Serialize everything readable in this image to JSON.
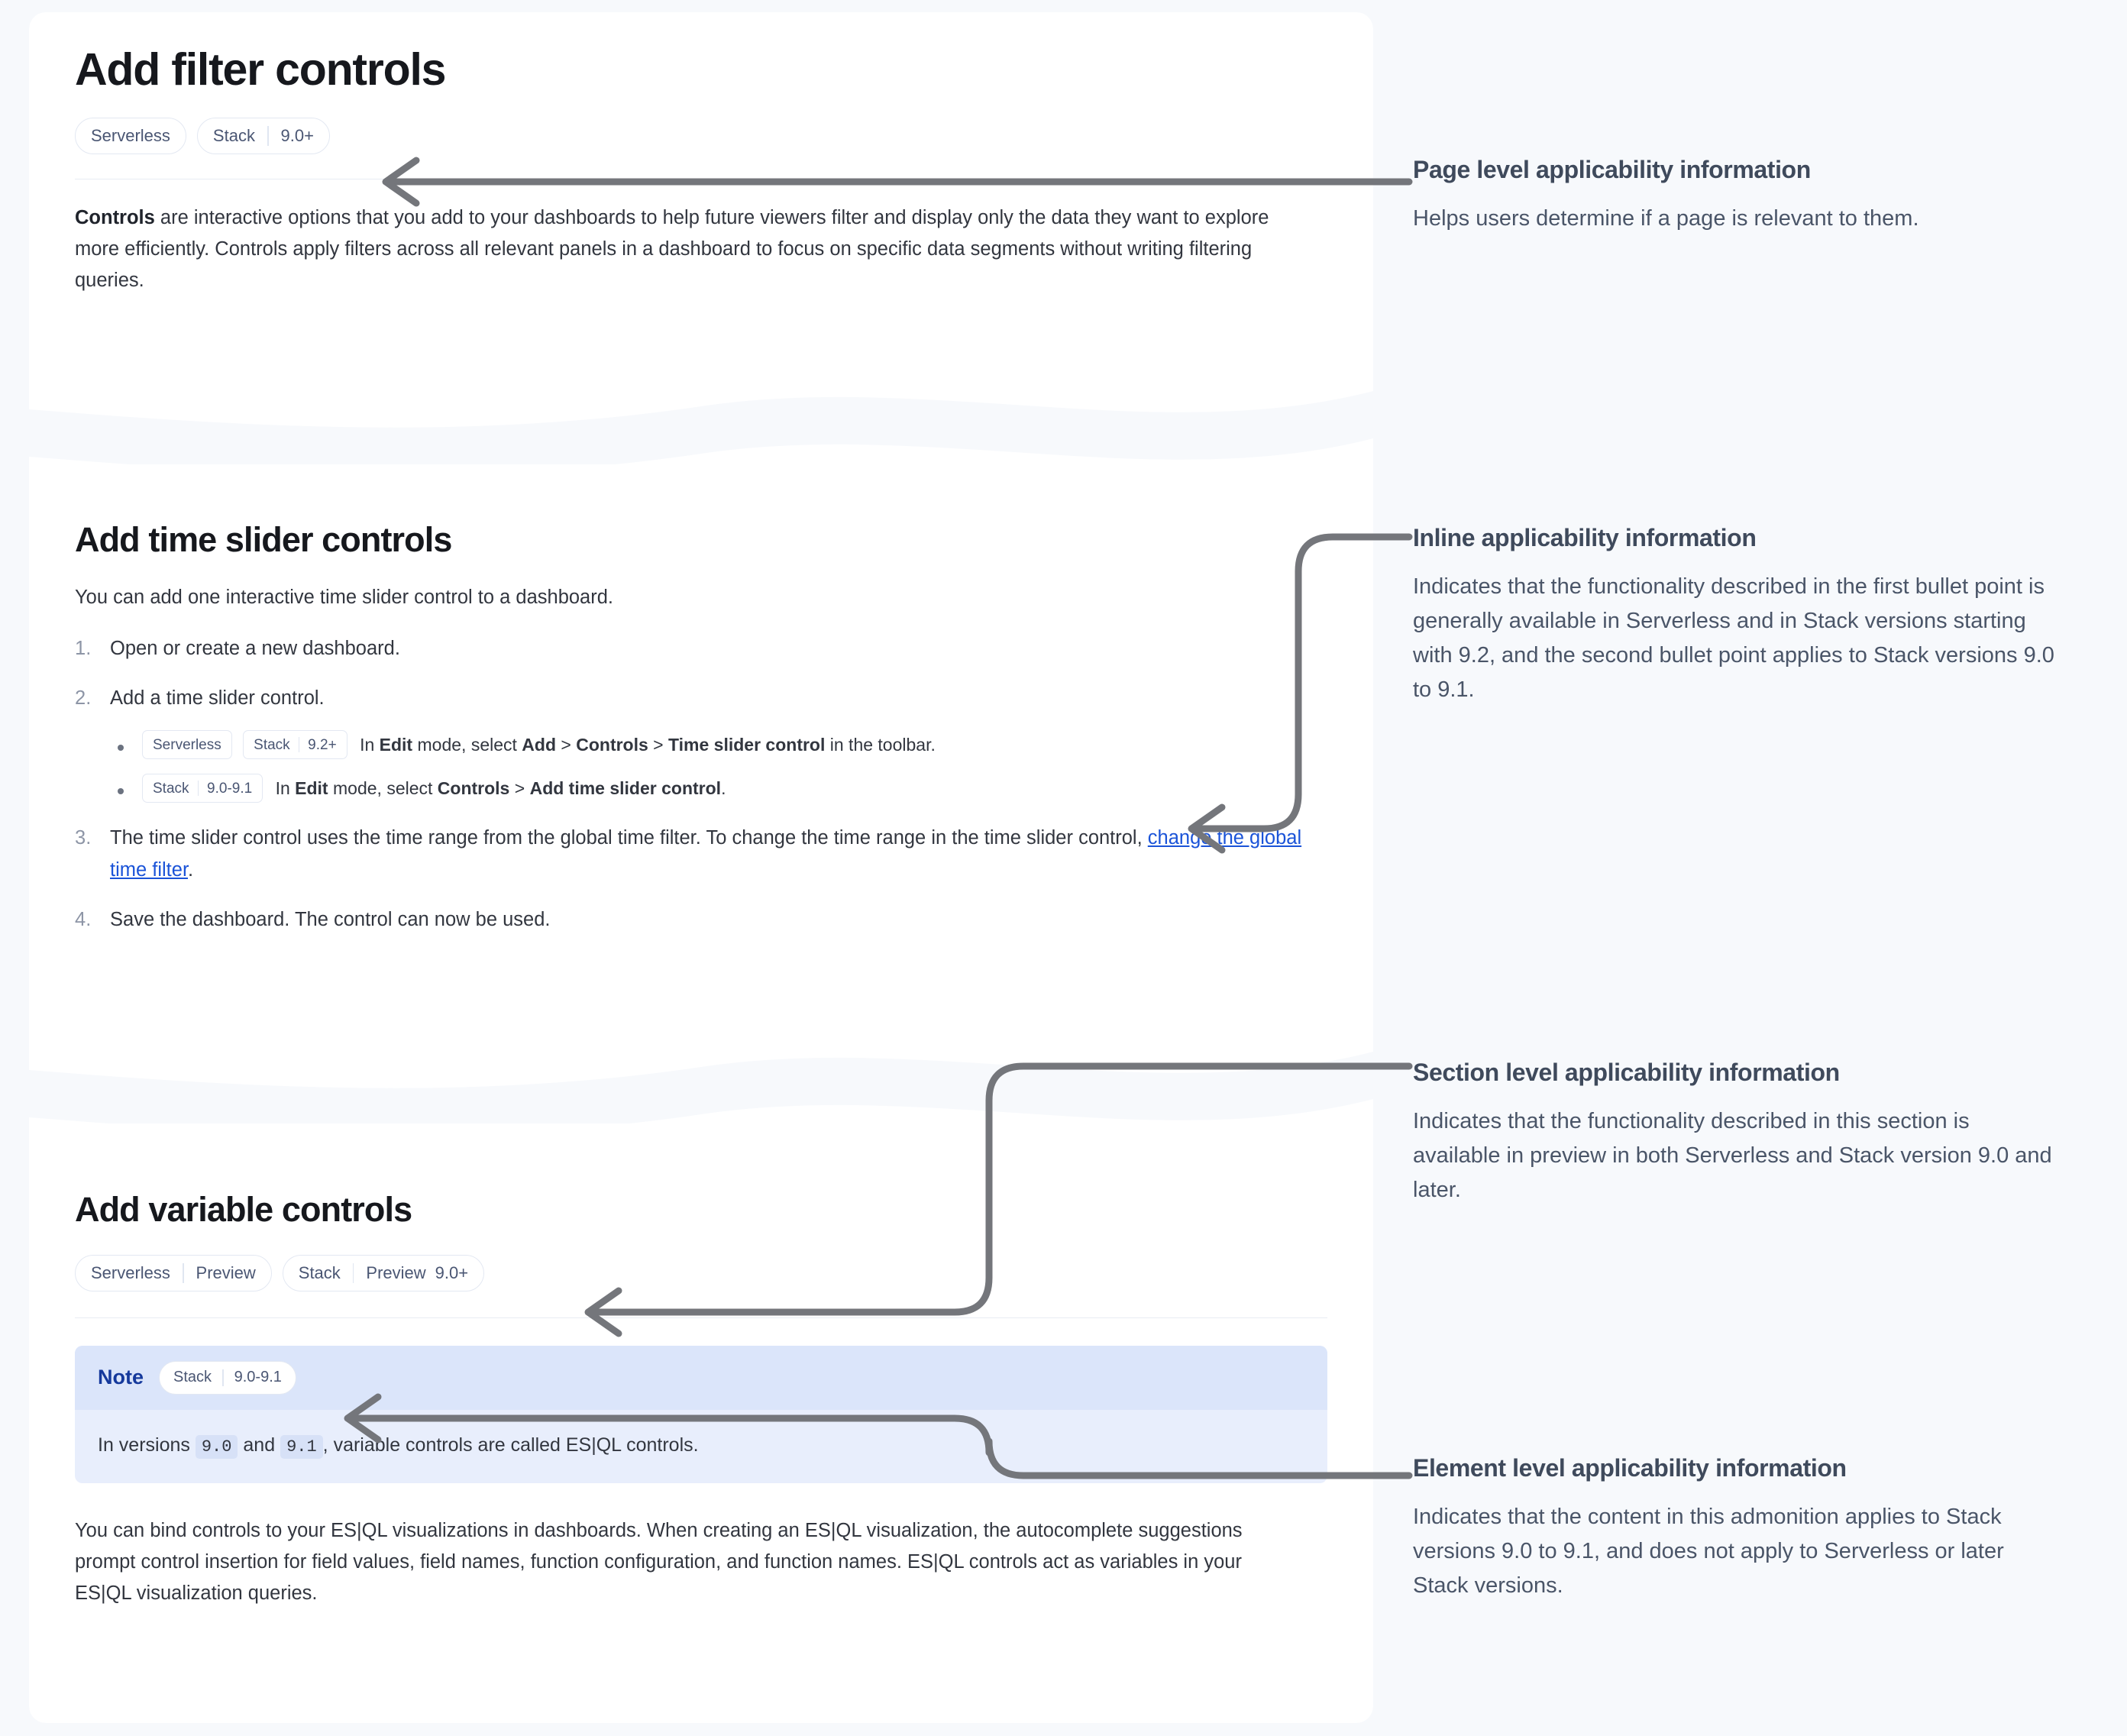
{
  "doc": {
    "page_title": "Add filter controls",
    "page_badges": [
      {
        "name": "Serverless",
        "lifecycle": "",
        "version": ""
      },
      {
        "name": "Stack",
        "lifecycle": "",
        "version": "9.0+"
      }
    ],
    "intro": {
      "lead": "Controls",
      "rest": " are interactive options that you add to your dashboards to help future viewers filter and display only the data they want to explore more efficiently. Controls apply filters across all relevant panels in a dashboard to focus on specific data segments without writing filtering queries."
    },
    "timeslider": {
      "title": "Add time slider controls",
      "intro": "You can add one interactive time slider control to a dashboard.",
      "step1": "Open or create a new dashboard.",
      "step2": "Add a time slider control.",
      "bullet1": {
        "badges": [
          {
            "name": "Serverless",
            "lifecycle": "",
            "version": ""
          },
          {
            "name": "Stack",
            "lifecycle": "",
            "version": "9.2+"
          }
        ],
        "text_1": "In ",
        "bold_1": "Edit",
        "text_2": " mode, select ",
        "bold_2": "Add",
        "text_3": " > ",
        "bold_3": "Controls",
        "text_4": " > ",
        "bold_4": "Time slider control",
        "text_5": " in the toolbar."
      },
      "bullet2": {
        "badges": [
          {
            "name": "Stack",
            "lifecycle": "",
            "version": "9.0-9.1"
          }
        ],
        "text_1": "In ",
        "bold_1": "Edit",
        "text_2": " mode, select ",
        "bold_2": "Controls",
        "text_3": " > ",
        "bold_3": "Add time slider control",
        "text_4": "."
      },
      "step3": {
        "text_1": "The time slider control uses the time range from the global time filter. To change the time range in the time slider control, ",
        "link": "change the global time filter",
        "text_2": "."
      },
      "step4": "Save the dashboard. The control can now be used."
    },
    "variable": {
      "title": "Add variable controls",
      "badges": [
        {
          "name": "Serverless",
          "lifecycle": "Preview",
          "version": ""
        },
        {
          "name": "Stack",
          "lifecycle": "Preview",
          "version": "9.0+"
        }
      ],
      "note": {
        "label": "Note",
        "badges": [
          {
            "name": "Stack",
            "lifecycle": "",
            "version": "9.0-9.1"
          }
        ],
        "text_1": "In versions ",
        "code_1": "9.0",
        "text_2": " and ",
        "code_2": "9.1",
        "text_3": ", variable controls are called ES|QL controls."
      },
      "paragraph": "You can bind controls to your ES|QL visualizations in dashboards. When creating an ES|QL visualization, the autocomplete suggestions prompt control insertion for field values, field names, function configuration, and function names. ES|QL controls act as variables in your ES|QL visualization queries."
    }
  },
  "annotations": [
    {
      "id": "page",
      "title": "Page level applicability information",
      "body": "Helps users determine if a page is relevant to them."
    },
    {
      "id": "inline",
      "title": "Inline applicability information",
      "body": "Indicates that the functionality described in the first bullet point is generally available in Serverless and in Stack versions starting with 9.2, and the second bullet point applies to Stack versions 9.0 to 9.1."
    },
    {
      "id": "section",
      "title": "Section level applicability information",
      "body": "Indicates that the functionality described in this section is available in preview in both Serverless and Stack version 9.0 and later."
    },
    {
      "id": "element",
      "title": "Element level applicability information",
      "body": "Indicates that the content in this admonition applies to Stack versions 9.0 to 9.1, and does not apply to Serverless or later Stack versions."
    }
  ],
  "colors": {
    "page_background": "#f7f9fc",
    "panel_background": "#ffffff",
    "badge_border": "#e3e8f2",
    "badge_text": "#4a5673",
    "link": "#1a53d8",
    "note_header": "#dbe5fa",
    "note_body": "#e8eefc",
    "note_label": "#15399c",
    "arrow": "#74767b",
    "annotation_title": "#3f4a5c",
    "annotation_body": "#4a5568"
  }
}
